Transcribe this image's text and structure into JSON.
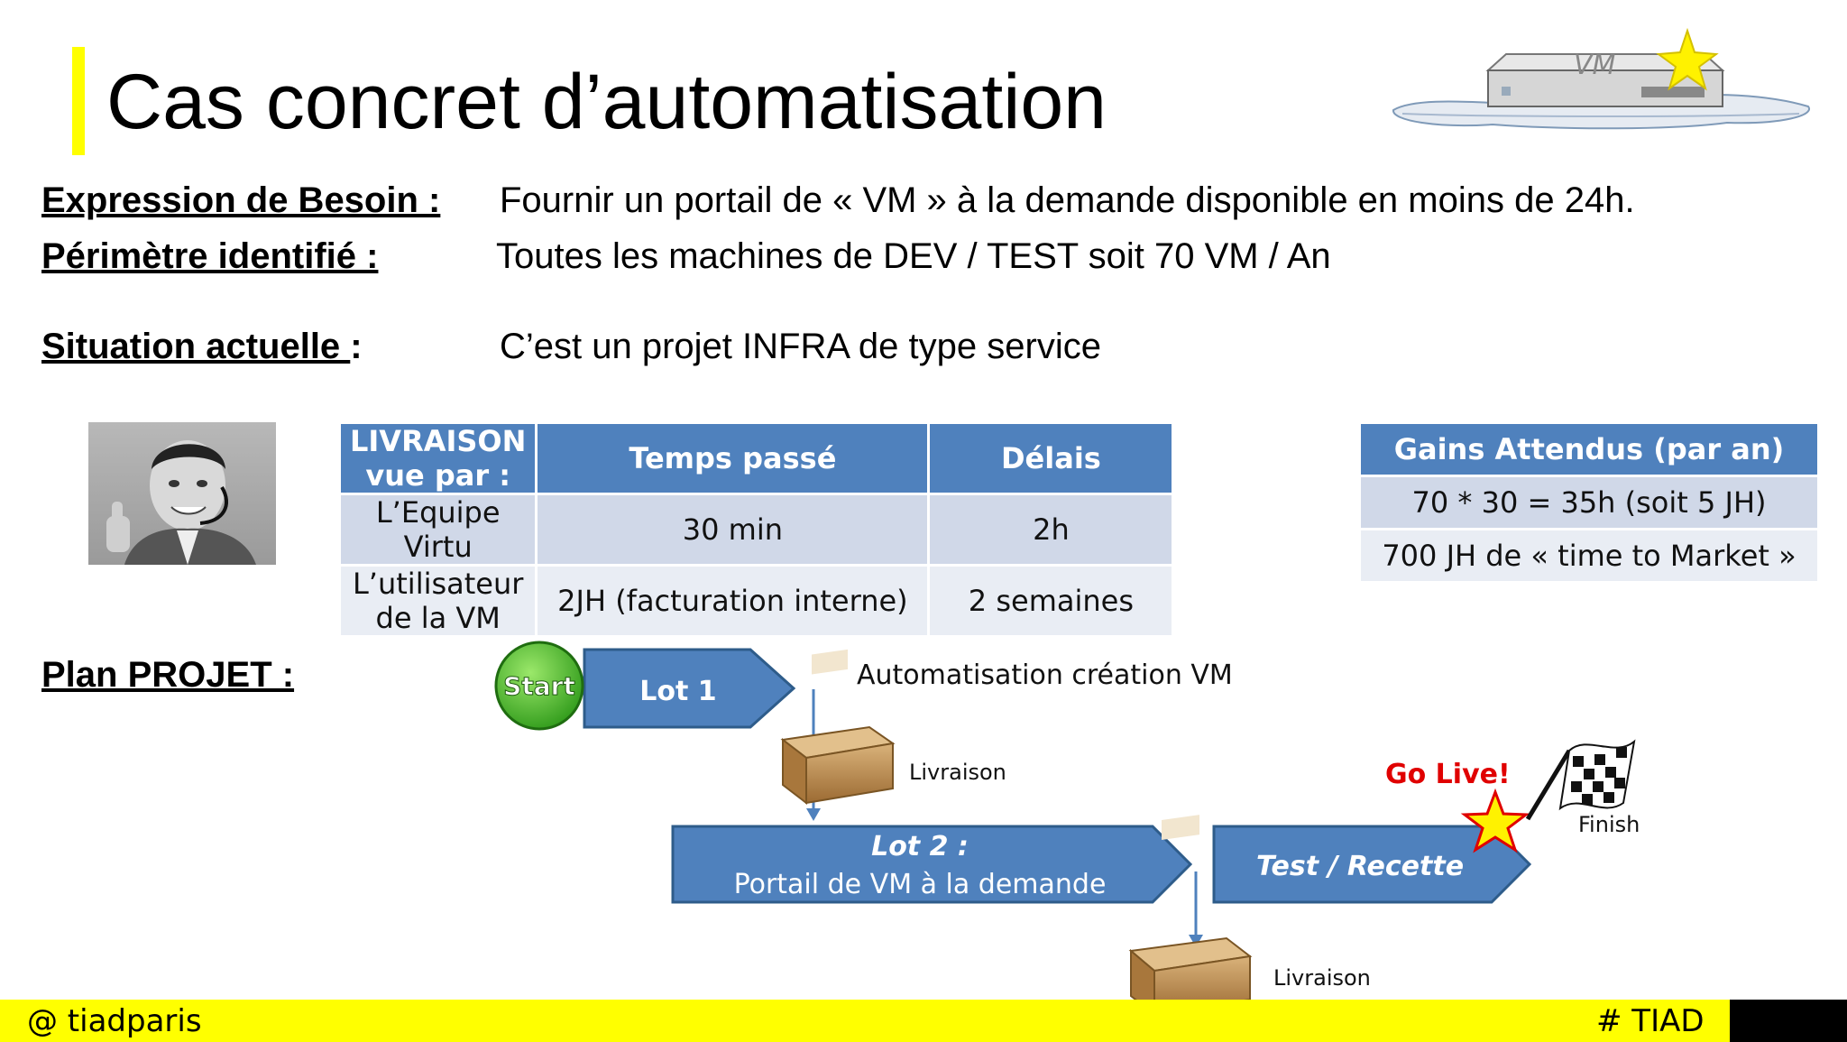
{
  "title": "Cas concret d’automatisation",
  "fields": {
    "besoin_label": "Expression de Besoin :",
    "besoin_value": "Fournir un portail de « VM » à la demande disponible en moins de 24h.",
    "perimetre_label": "Périmètre identifié :",
    "perimetre_value": "Toutes les machines de DEV / TEST soit 70 VM / An",
    "situation_label": "Situation actuelle ",
    "situation_colon": ":",
    "situation_value": "C’est un projet INFRA de type service",
    "plan_label": "Plan PROJET :"
  },
  "vm_badge": "VM",
  "table_livraison": {
    "headers": [
      "LIVRAISON vue par :",
      "Temps passé",
      "Délais"
    ],
    "rows": [
      [
        "L’Equipe Virtu",
        "30 min",
        "2h"
      ],
      [
        "L’utilisateur de la VM",
        "2JH  (facturation interne)",
        "2 semaines"
      ]
    ]
  },
  "table_gains": {
    "header": "Gains Attendus  (par an)",
    "rows": [
      "70 * 30 = 35h (soit 5 JH)",
      "700  JH de « time to Market »"
    ]
  },
  "diagram": {
    "start": "Start",
    "lot1": "Lot 1",
    "lot1_desc": "Automatisation création VM",
    "livraison_1": "Livraison",
    "lot2_title": "Lot 2 :",
    "lot2_desc": "Portail de VM à la demande",
    "test": "Test / Recette",
    "go_live": "Go Live!",
    "finish": "Finish",
    "livraison_2": "Livraison"
  },
  "footer": {
    "left": "@ tiadparis",
    "right": "# TIAD"
  },
  "colors": {
    "accent_yellow": "#ffff00",
    "arrow_blue": "#4f81bd",
    "go_live_red": "#e00000"
  }
}
